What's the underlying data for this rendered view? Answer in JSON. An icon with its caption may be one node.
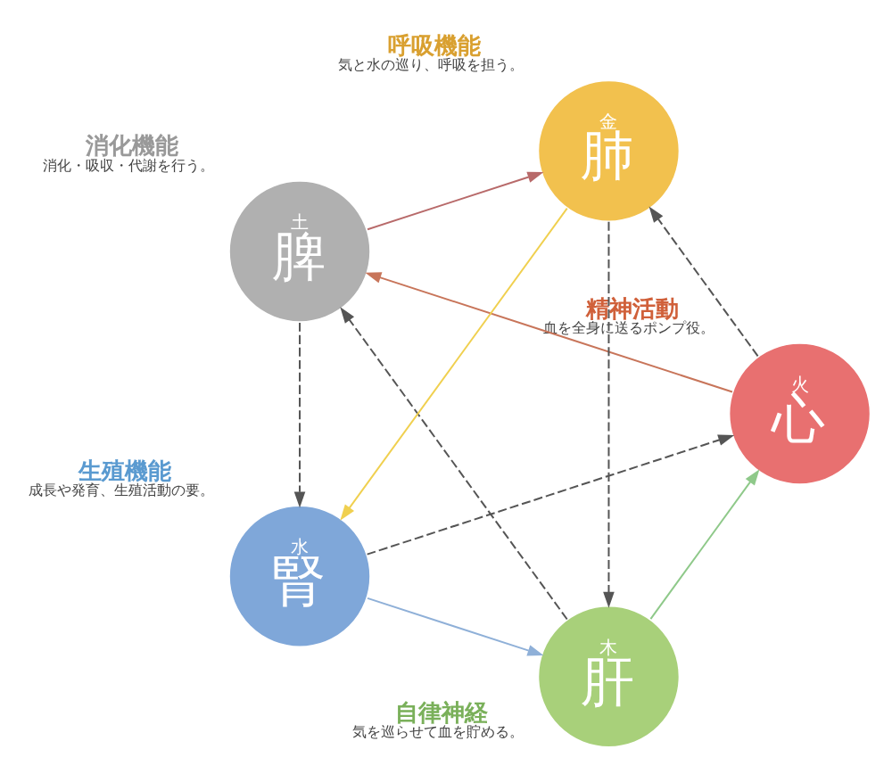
{
  "diagram": {
    "nodes": [
      {
        "text": [
          "木",
          "肝"
        ],
        "beside": [
          "自律神経",
          "気を巡らせて血を貯める。"
        ]
      },
      {
        "text": [
          "火",
          "心"
        ],
        "beside": [
          "精神活動",
          "血を全身に送るポンプ役。"
        ]
      },
      {
        "text": [
          "土",
          "脾"
        ],
        "beside": [
          "消化機能",
          "消化・吸収・代謝を行う。"
        ]
      },
      {
        "text": [
          "金",
          "肺"
        ],
        "beside": [
          "呼吸機能",
          "気と水の巡り、呼吸を担う。"
        ]
      },
      {
        "text": [
          "水",
          "腎"
        ],
        "beside": [
          "生殖機能",
          "成長や発育、生殖活動の要。"
        ]
      }
    ],
    "edges": [
      {
        "from": 0,
        "to": 1,
        "arrow": "to",
        "color": "#8fc98a"
      },
      {
        "from": 1,
        "to": 2,
        "arrow": "to",
        "color": "#c8755a"
      },
      {
        "from": 2,
        "to": 3,
        "arrow": "to",
        "color": "#b86a6a"
      },
      {
        "from": 3,
        "to": 4,
        "arrow": "to",
        "color": "#f0d050"
      },
      {
        "from": 4,
        "to": 0,
        "arrow": "to",
        "color": "#8fb0d8"
      },
      {
        "from": 0,
        "to": 2,
        "arrow": "to",
        "style": "dashed",
        "color": "#555555"
      },
      {
        "from": 2,
        "to": 4,
        "arrow": "to",
        "style": "dashed",
        "color": "#555555"
      },
      {
        "from": 4,
        "to": 1,
        "arrow": "to",
        "style": "dashed",
        "color": "#555555"
      },
      {
        "from": 1,
        "to": 3,
        "arrow": "to",
        "style": "dashed",
        "color": "#555555"
      },
      {
        "from": 3,
        "to": 0,
        "arrow": "to",
        "style": "dashed",
        "color": "#555555"
      }
    ]
  }
}
